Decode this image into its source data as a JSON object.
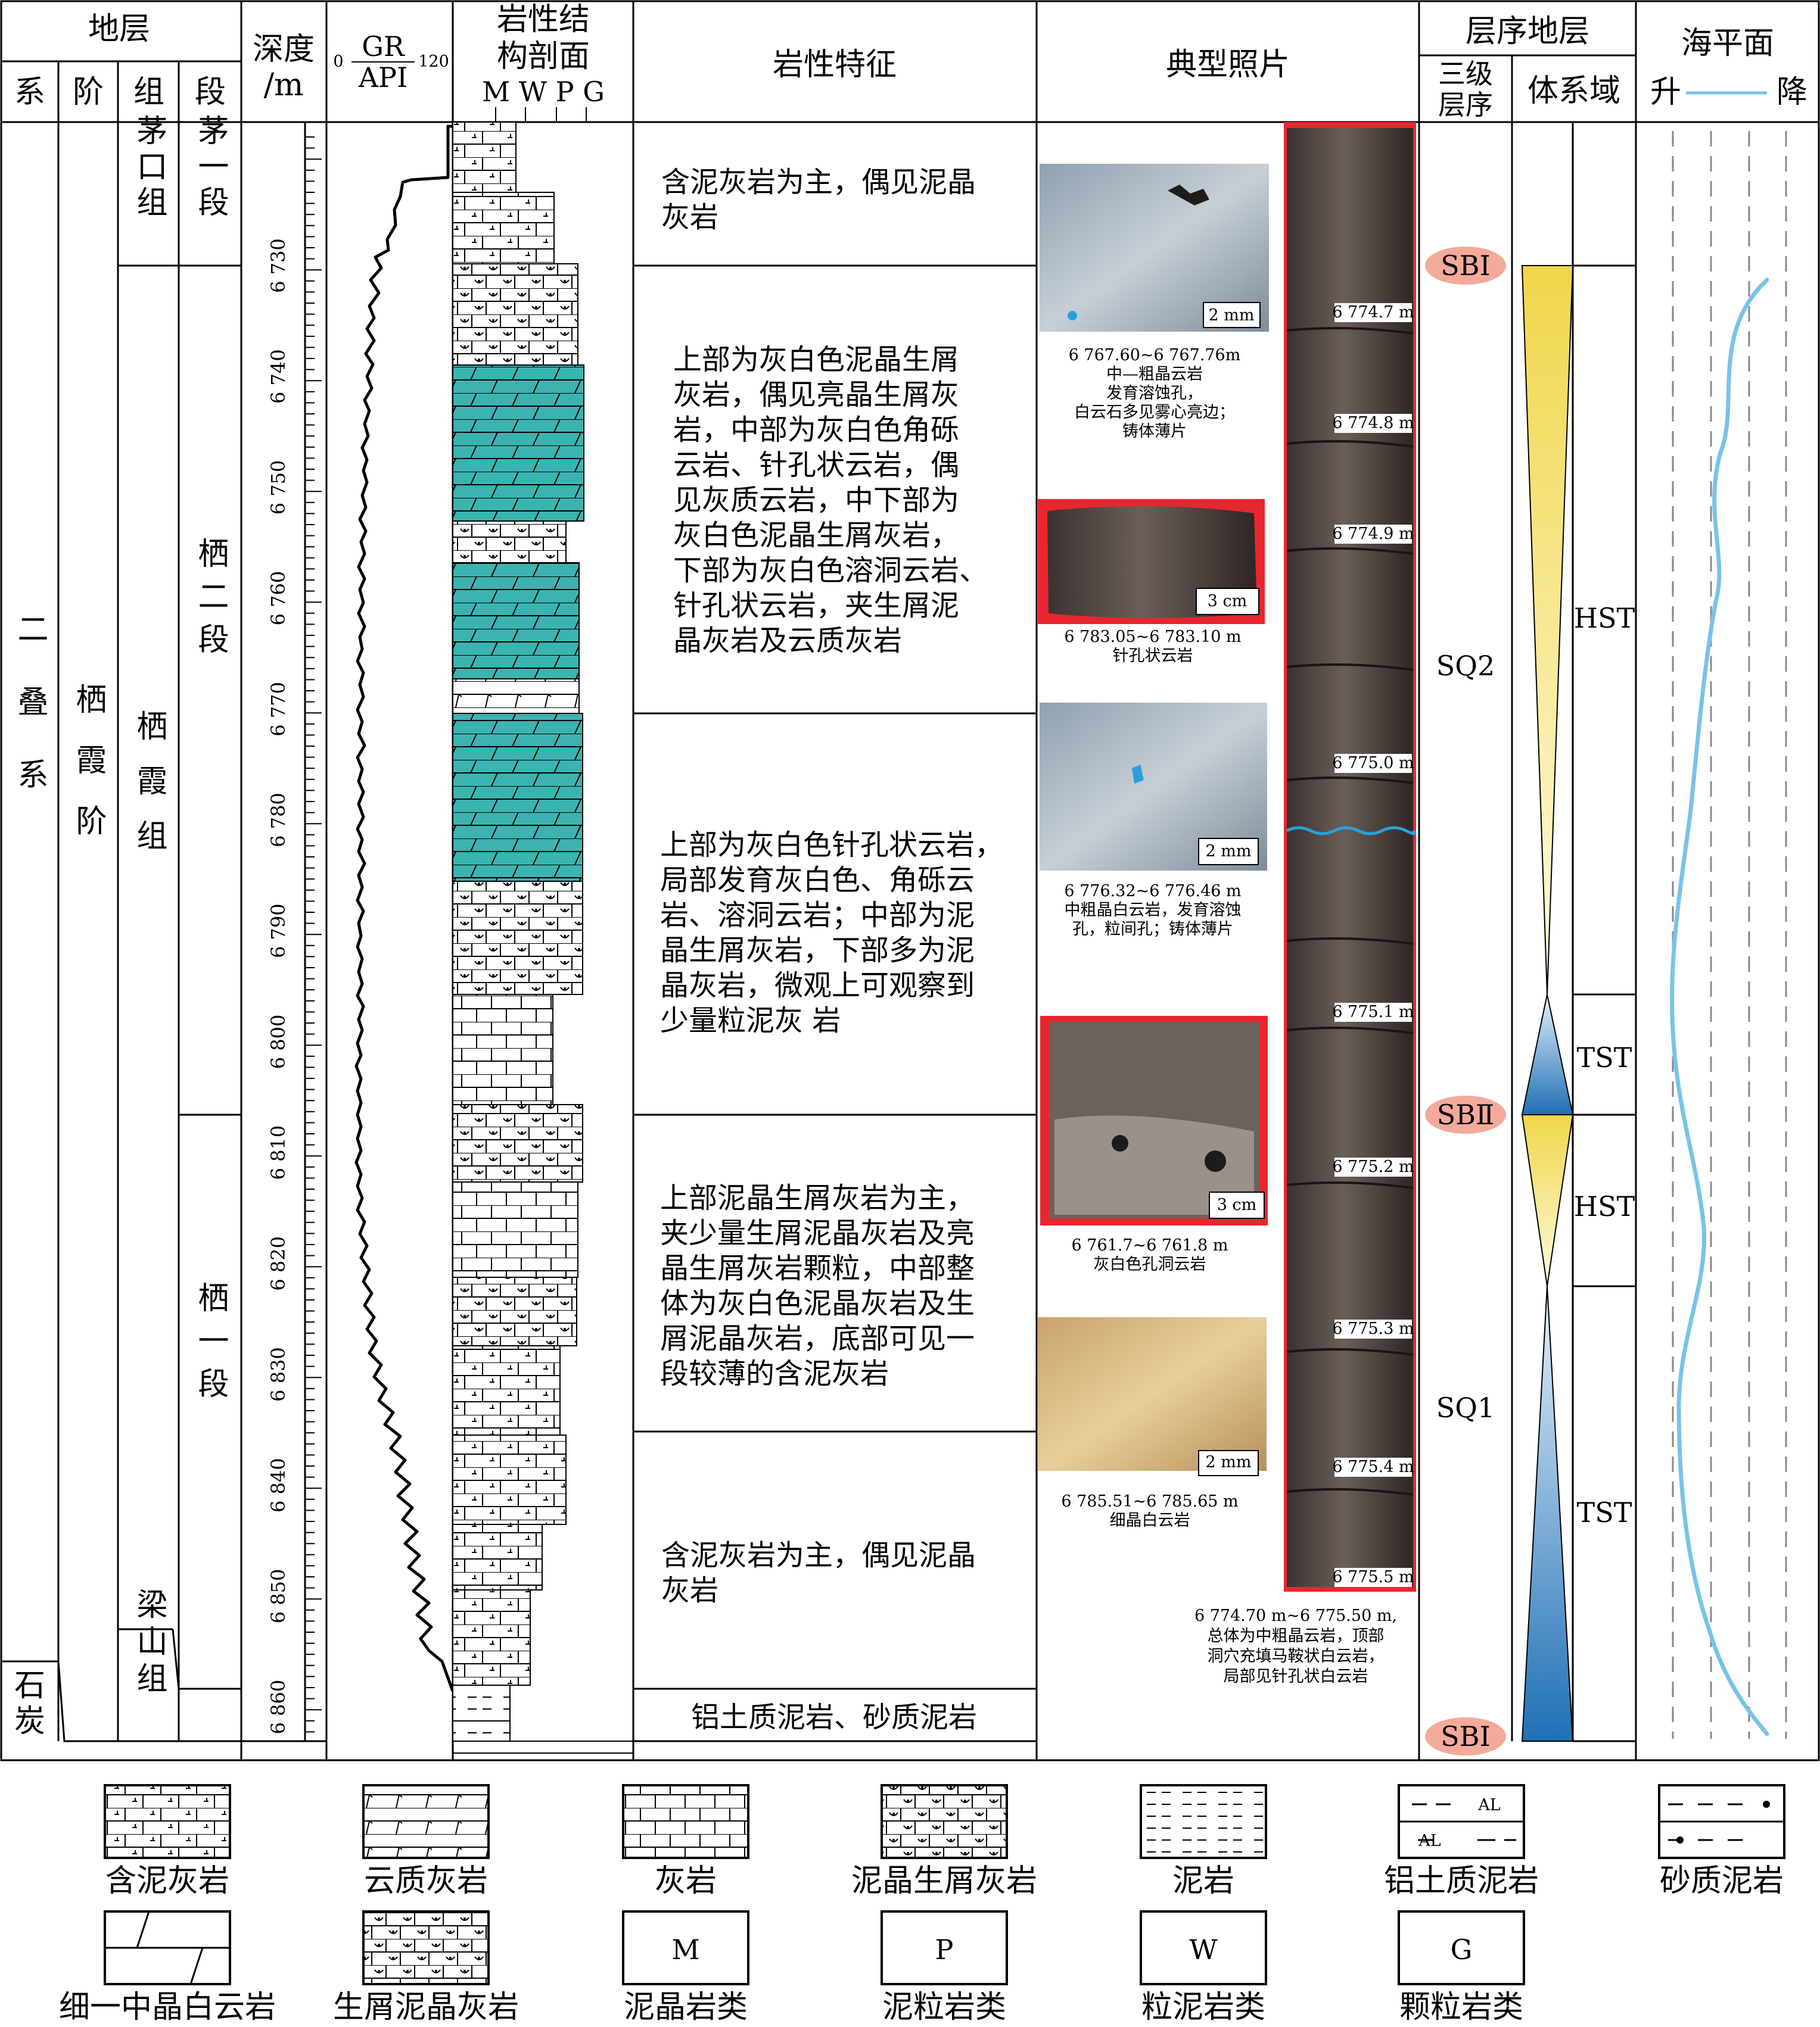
{
  "header": {
    "stratum": "地层",
    "system": "系",
    "stage": "阶",
    "formation": "组",
    "member": "段",
    "depth_l1": "深度",
    "depth_l2": "/m",
    "gr_name": "GR",
    "gr_unit": "API",
    "gr_min": "0",
    "gr_max": "120",
    "lith_l1": "岩性结",
    "lith_l2": "构剖面",
    "lith_mwpg": "M W P G",
    "features": "岩性特征",
    "photos": "典型照片",
    "seq_title": "层序地层",
    "seq_l1": "三级",
    "seq_l2": "层序",
    "tract": "体系域",
    "sea": "海平面",
    "rise": "升",
    "fall": "降"
  },
  "strata": {
    "system_permian": "二叠系",
    "system_carb": "石炭系",
    "stage_qixia": "栖霞阶",
    "form_maokou": "茅口组",
    "form_qixia": "栖霞组",
    "form_liangshan": "梁山组",
    "mem_mao1": "茅一段",
    "mem_qi2": "栖二段",
    "mem_qi1": "栖一段"
  },
  "depth_ticks": [
    "6 730",
    "6 740",
    "6 750",
    "6 760",
    "6 770",
    "6 780",
    "6 790",
    "6 800",
    "6 810",
    "6 820",
    "6 830",
    "6 840",
    "6 850",
    "6 860"
  ],
  "features": [
    "含泥灰岩为主，偶见泥晶|灰岩",
    "上部为灰白色泥晶生屑|灰岩，偶见亮晶生屑灰|岩，中部为灰白色角砾|云岩、针孔状云岩，偶|见灰质云岩，中下部为|灰白色泥晶生屑灰岩，|下部为灰白色溶洞云岩、|针孔状云岩，夹生屑泥|晶灰岩及云质灰岩",
    "上部为灰白色针孔状云岩，|局部发育灰白色、角砾云|岩、溶洞云岩；中部为泥|晶生屑灰岩，下部多为泥|晶灰岩，微观上可观察到|少量粒泥灰 岩",
    "上部泥晶生屑灰岩为主，|夹少量生屑泥晶灰岩及亮|晶生屑灰岩颗粒，中部整|体为灰白色泥晶灰岩及生|屑泥晶灰岩，底部可见一|段较薄的含泥灰岩",
    "含泥灰岩为主，偶见泥晶|灰岩",
    "铝土质泥岩、砂质泥岩"
  ],
  "photos": {
    "p1_scale": "2 mm",
    "p1_caption": "6 767.60~6 767.76m|中—粗晶云岩|发育溶蚀孔，|白云石多见雾心亮边；|铸体薄片",
    "p2_scale": "3 cm",
    "p2_caption": "6 783.05~6 783.10 m|针孔状云岩",
    "p3_scale": "2 mm",
    "p3_caption": "6 776.32~6 776.46 m|中粗晶白云岩，发育溶蚀|孔，粒间孔；铸体薄片",
    "p4_scale": "3 cm",
    "p4_caption": "6 761.7~6 761.8 m|灰白色孔洞云岩",
    "p5_scale": "2 mm",
    "p5_caption": "6 785.51~6 785.65 m|细晶白云岩",
    "core_labels": [
      "6 774.7 m",
      "6 774.8 m",
      "6 774.9 m",
      "6 775.0 m",
      "6 775.1 m",
      "6 775.2 m",
      "6 775.3 m",
      "6 775.4 m",
      "6 775.5 m"
    ],
    "core_caption": "6 774.70 m~6 775.50 m,|总体为中粗晶云岩，顶部|洞穴充填马鞍状白云岩，|局部见针孔状白云岩"
  },
  "sequence": {
    "sb1_top": "SBⅠ",
    "sb2": "SBⅡ",
    "sb1_bottom": "SBⅠ",
    "sq2": "SQ2",
    "sq1": "SQ1",
    "hst_upper": "HST",
    "tst_upper": "TST",
    "hst_lower": "HST",
    "tst_lower": "TST"
  },
  "legend": [
    "含泥灰岩",
    "云质灰岩",
    "灰岩",
    "泥晶生屑灰岩",
    "泥岩",
    "铝土质泥岩",
    "砂质泥岩",
    "细一中晶白云岩",
    "生屑泥晶灰岩",
    "泥晶岩类",
    "泥粒岩类",
    "粒泥岩类",
    "颗粒岩类"
  ],
  "legend_symbols": {
    "M": "M",
    "P": "P",
    "W": "W",
    "G": "G",
    "AL": "AL"
  },
  "colors": {
    "dolomite": "#3bb3b0",
    "photo_frame": "#e8262f",
    "sea_curve": "#79c3e6",
    "sb_fill": "#f4aa9a",
    "hst_fill": "#f0dc5a",
    "tst_fill": "#2f7fc1"
  }
}
